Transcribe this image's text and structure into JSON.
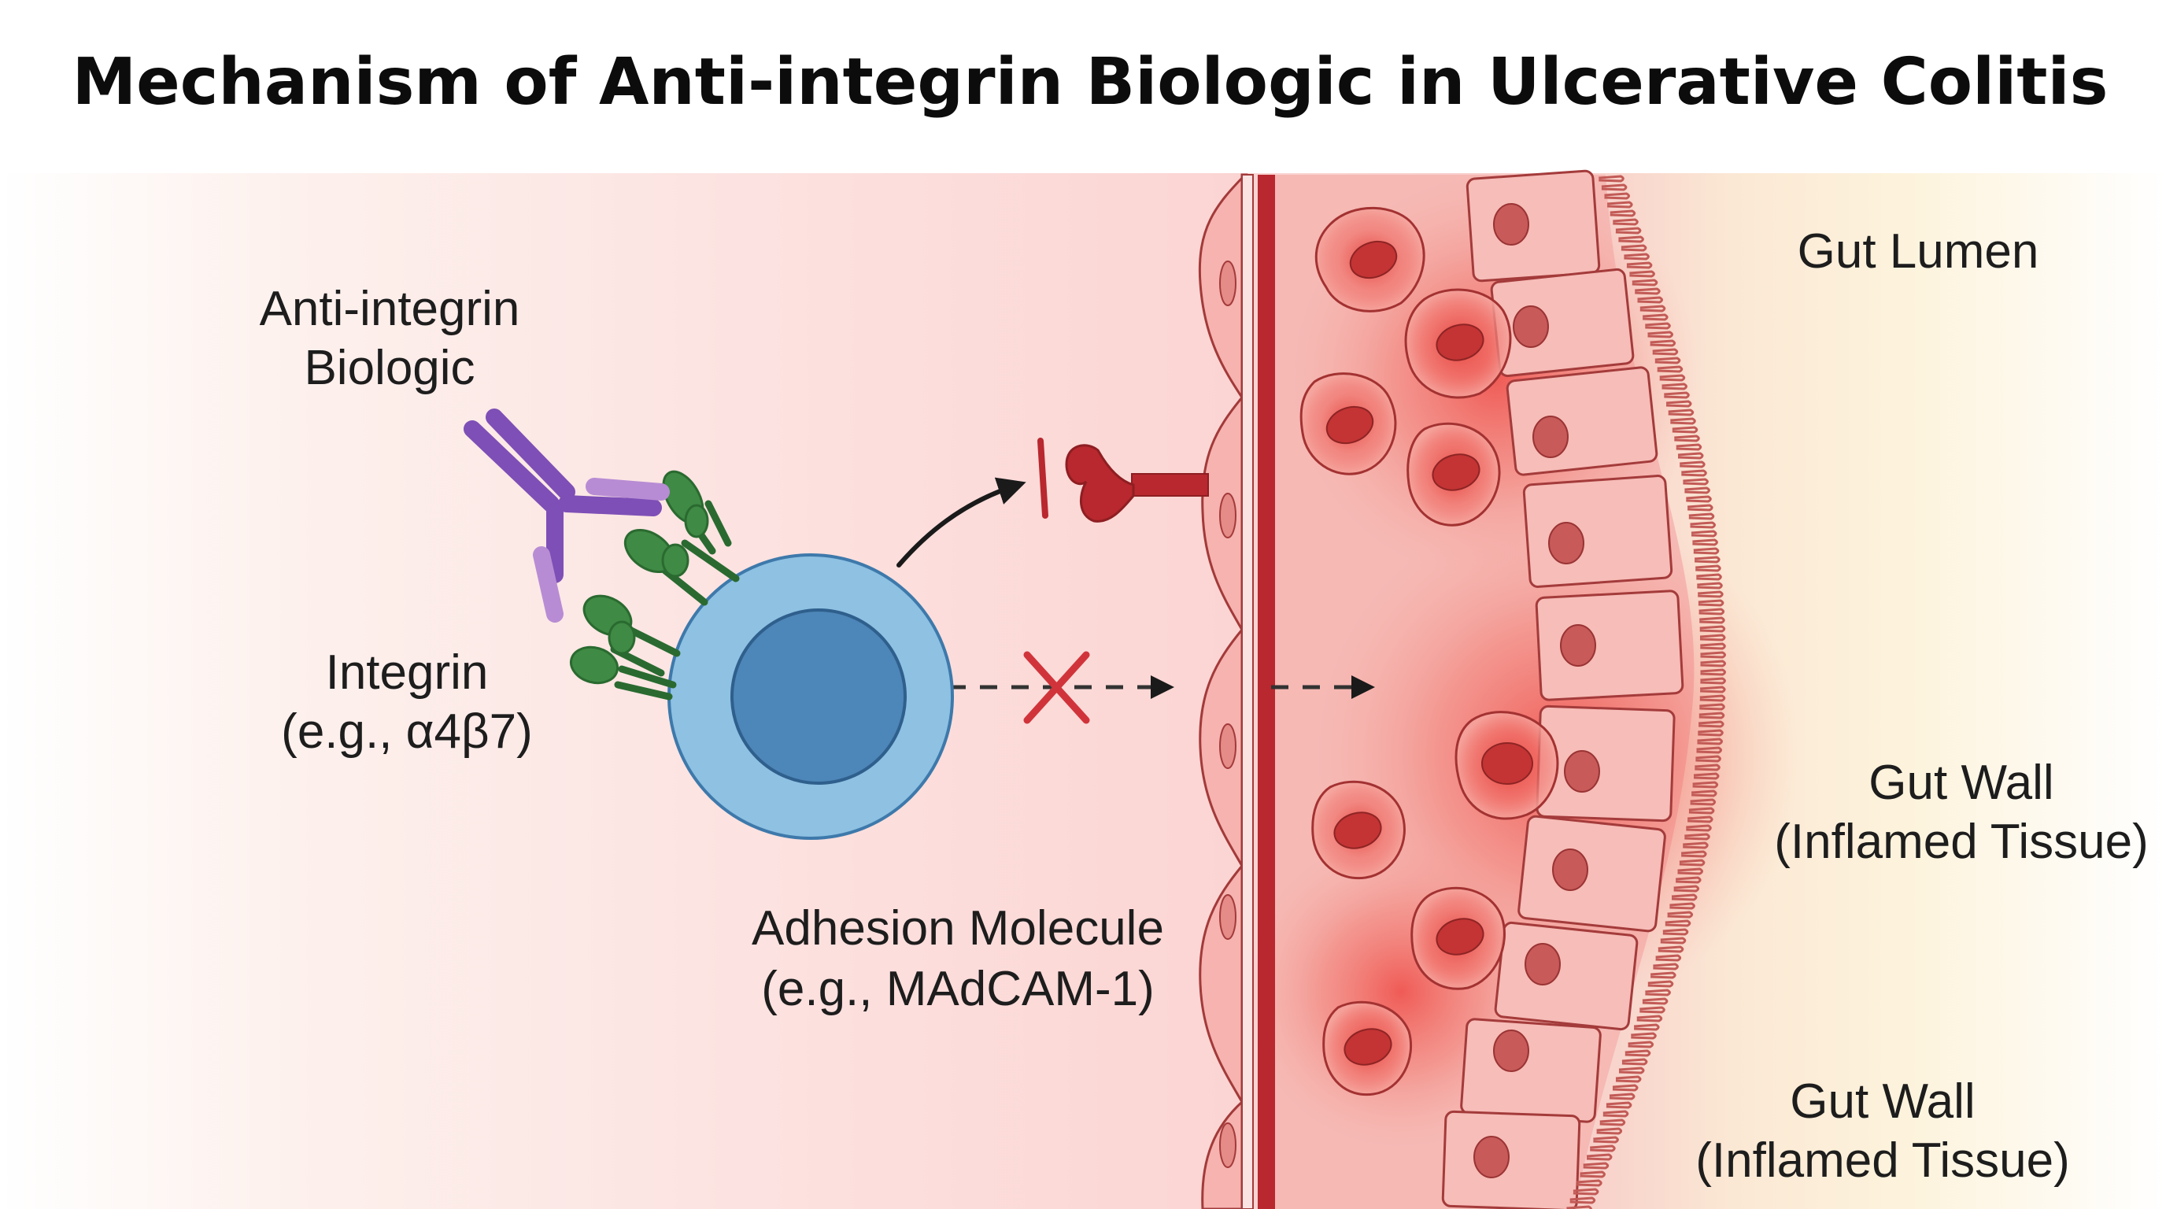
{
  "title": "Mechanism of Anti-integrin Biologic in Ulcerative Colitis",
  "labels": {
    "biologic": [
      "Anti-integrin",
      "Biologic"
    ],
    "integrin": [
      "Integrin",
      "(e.g., α4β7)"
    ],
    "adhesion": [
      "Adhesion Molecule",
      "(e.g., MAdCAM-1)"
    ],
    "lumen": "Gut Lumen",
    "wall_1": [
      "Gut Wall",
      "(Inflamed Tissue)"
    ],
    "wall_2": [
      "Gut Wall",
      "(Inflamed Tissue)"
    ]
  },
  "colors": {
    "antibody": "#7e4fb6",
    "antibody_light": "#b88cd4",
    "integrin": "#3f8a44",
    "cell_outer": "#8ec1e2",
    "cell_nucleus": "#4d86b8",
    "vessel": "#b8282e",
    "block_x": "#d0343a",
    "tissue_cell": "#f4a5a0"
  }
}
